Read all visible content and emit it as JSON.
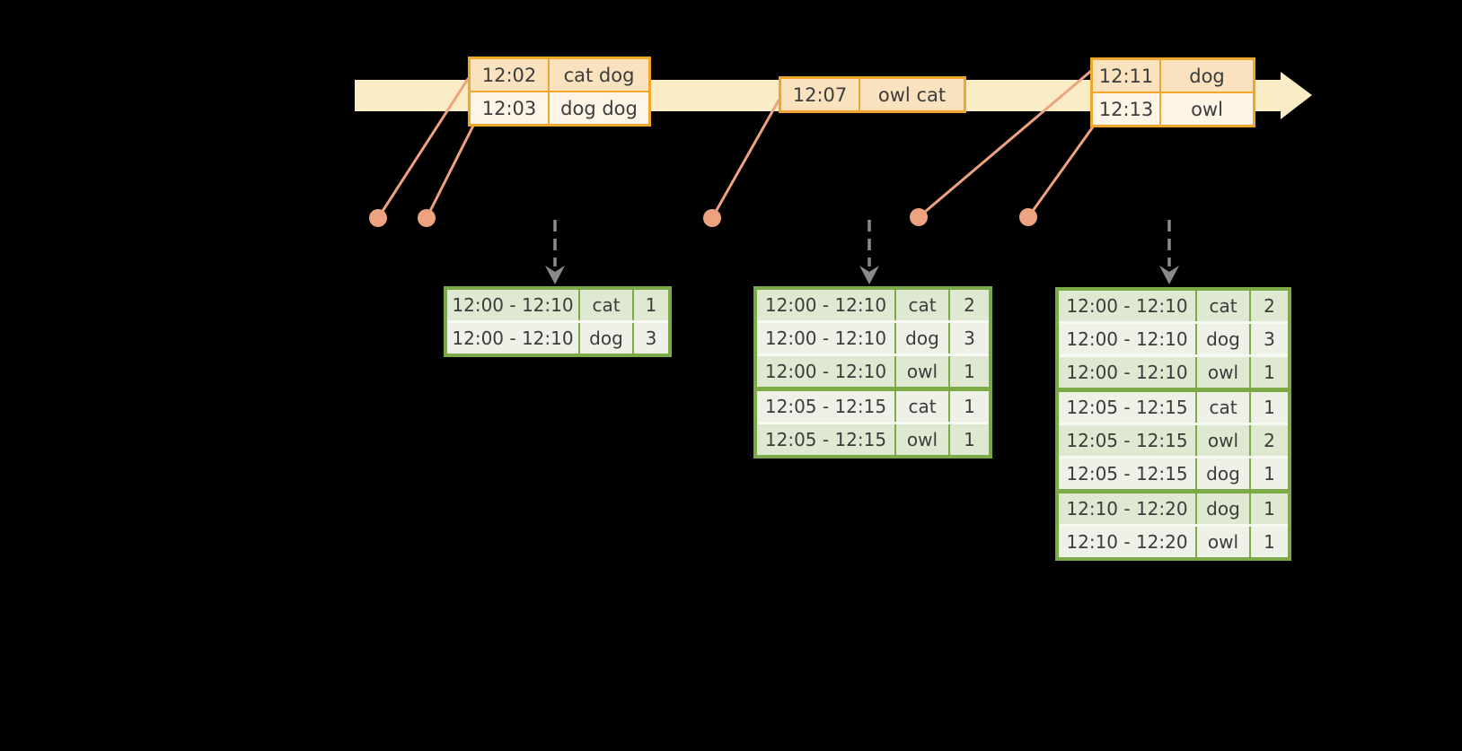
{
  "colors": {
    "background": "#000000",
    "timeline_band": "#FAEDC5",
    "event_border": "#F1A72E",
    "event_row_dark": "#FAE2BF",
    "event_row_light": "#FEF5E7",
    "marker_salmon": "#EDA380",
    "arrow_gray": "#8A8A8A",
    "result_border": "#7BAA47",
    "result_row_sage": "#DFE9D1",
    "result_row_light": "#EDF1E7",
    "text": "#3C3C3C"
  },
  "timeline": {
    "direction": "left-to-right",
    "event_dot_count": 5,
    "trigger_arrow_count": 3
  },
  "event_tables": [
    {
      "rows": [
        [
          "12:02",
          "cat dog"
        ],
        [
          "12:03",
          "dog dog"
        ]
      ]
    },
    {
      "rows": [
        [
          "12:07",
          "owl cat"
        ]
      ]
    },
    {
      "rows": [
        [
          "12:11",
          "dog"
        ],
        [
          "12:13",
          "owl"
        ]
      ]
    }
  ],
  "result_tables": [
    {
      "group_breaks": [],
      "rows": [
        [
          "12:00 - 12:10",
          "cat",
          "1"
        ],
        [
          "12:00 - 12:10",
          "dog",
          "3"
        ]
      ]
    },
    {
      "group_breaks": [
        3
      ],
      "rows": [
        [
          "12:00 - 12:10",
          "cat",
          "2"
        ],
        [
          "12:00 - 12:10",
          "dog",
          "3"
        ],
        [
          "12:00 - 12:10",
          "owl",
          "1"
        ],
        [
          "12:05 - 12:15",
          "cat",
          "1"
        ],
        [
          "12:05 - 12:15",
          "owl",
          "1"
        ]
      ]
    },
    {
      "group_breaks": [
        3,
        6
      ],
      "rows": [
        [
          "12:00 - 12:10",
          "cat",
          "2"
        ],
        [
          "12:00 - 12:10",
          "dog",
          "3"
        ],
        [
          "12:00 - 12:10",
          "owl",
          "1"
        ],
        [
          "12:05 - 12:15",
          "cat",
          "1"
        ],
        [
          "12:05 - 12:15",
          "owl",
          "2"
        ],
        [
          "12:05 - 12:15",
          "dog",
          "1"
        ],
        [
          "12:10 - 12:20",
          "dog",
          "1"
        ],
        [
          "12:10 - 12:20",
          "owl",
          "1"
        ]
      ]
    }
  ]
}
